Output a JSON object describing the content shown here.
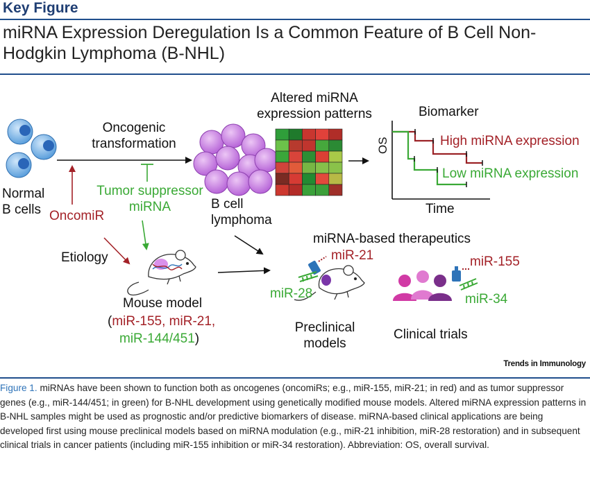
{
  "header": {
    "key_figure": "Key Figure",
    "title_line1": "miRNA Expression Deregulation Is a Common Feature of B Cell Non-",
    "title_line2": "Hodgkin Lymphoma (B-NHL)"
  },
  "diagram": {
    "normal_b_cells": [
      "Normal",
      "B cells"
    ],
    "oncogenic_transformation": [
      "Oncogenic",
      "transformation"
    ],
    "tumor_suppressor": [
      "Tumor suppressor",
      "miRNA"
    ],
    "oncomir": "OncomiR",
    "b_cell_lymphoma": [
      "B cell",
      "lymphoma"
    ],
    "altered_patterns": [
      "Altered miRNA",
      "expression patterns"
    ],
    "biomarker": "Biomarker",
    "high_expr": "High miRNA expression",
    "low_expr": "Low miRNA expression",
    "os": "OS",
    "time": "Time",
    "etiology": "Etiology",
    "mouse_model": "Mouse model",
    "mouse_model_mirs_open": "(",
    "mouse_model_mirs_red": "miR-155, miR-21,",
    "mouse_model_mirs_green": "miR-144/451",
    "mouse_model_mirs_close": ")",
    "therapeutics": "miRNA-based therapeutics",
    "mir21": "miR-21",
    "mir28": "miR-28",
    "preclinical": [
      "Preclinical",
      "models"
    ],
    "mir155": "miR-155",
    "mir34": "miR-34",
    "clinical_trials": "Clinical trials",
    "colors": {
      "red": "#a32127",
      "green": "#3aa935",
      "blue": "#2e73b8",
      "purple": "#b05ad0"
    }
  },
  "heatmap_colors": [
    [
      "#2f9e3a",
      "#1f7a2c",
      "#c9362f",
      "#e0413a",
      "#b02d28"
    ],
    [
      "#6cc24a",
      "#b73a2e",
      "#c0352e",
      "#46a83c",
      "#2b8a34"
    ],
    [
      "#3aa63a",
      "#d8443a",
      "#2d8e34",
      "#da3f34",
      "#a8c948"
    ],
    [
      "#d0443b",
      "#e15b3a",
      "#77b644",
      "#86c04a",
      "#8ac24a"
    ],
    [
      "#7a2b23",
      "#d63b34",
      "#238a32",
      "#e2493c",
      "#b8b946"
    ],
    [
      "#cd382f",
      "#b32c28",
      "#3aa13a",
      "#3c9f3a",
      "#9f2f29"
    ]
  ],
  "brand": "Trends in Immunology",
  "caption": {
    "fig_label": "Figure 1.",
    "text": "miRNAs have been shown to function both as oncogenes (oncomiRs; e.g., miR-155, miR-21; in red) and as tumor suppressor genes (e.g., miR-144/451; in green) for B-NHL development using genetically modified mouse models. Altered miRNA expression patterns in B-NHL samples might be used as prognostic and/or predictive biomarkers of disease. miRNA-based clinical applications are being developed first using mouse preclinical models based on miRNA modulation (e.g., miR-21 inhibition, miR-28 restoration) and in subsequent clinical trials in cancer patients (including miR-155 inhibition or miR-34 restoration). Abbreviation: OS, overall survival."
  }
}
